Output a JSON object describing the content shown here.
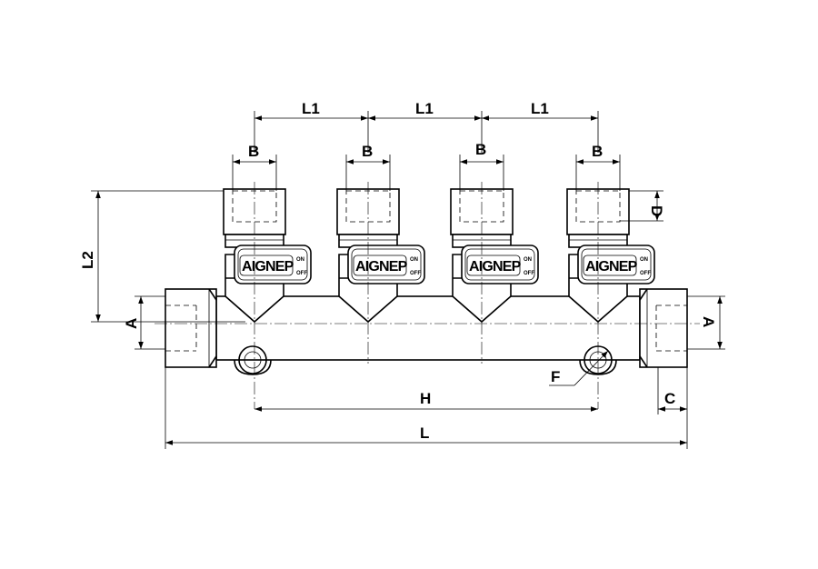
{
  "labels": {
    "L1": "L1",
    "B": "B",
    "D": "D",
    "L2": "L2",
    "A": "A",
    "F": "F",
    "H": "H",
    "C": "C",
    "L": "L"
  },
  "valve": {
    "brand": "AIGNEP",
    "on": "ON",
    "off": "OFF"
  }
}
